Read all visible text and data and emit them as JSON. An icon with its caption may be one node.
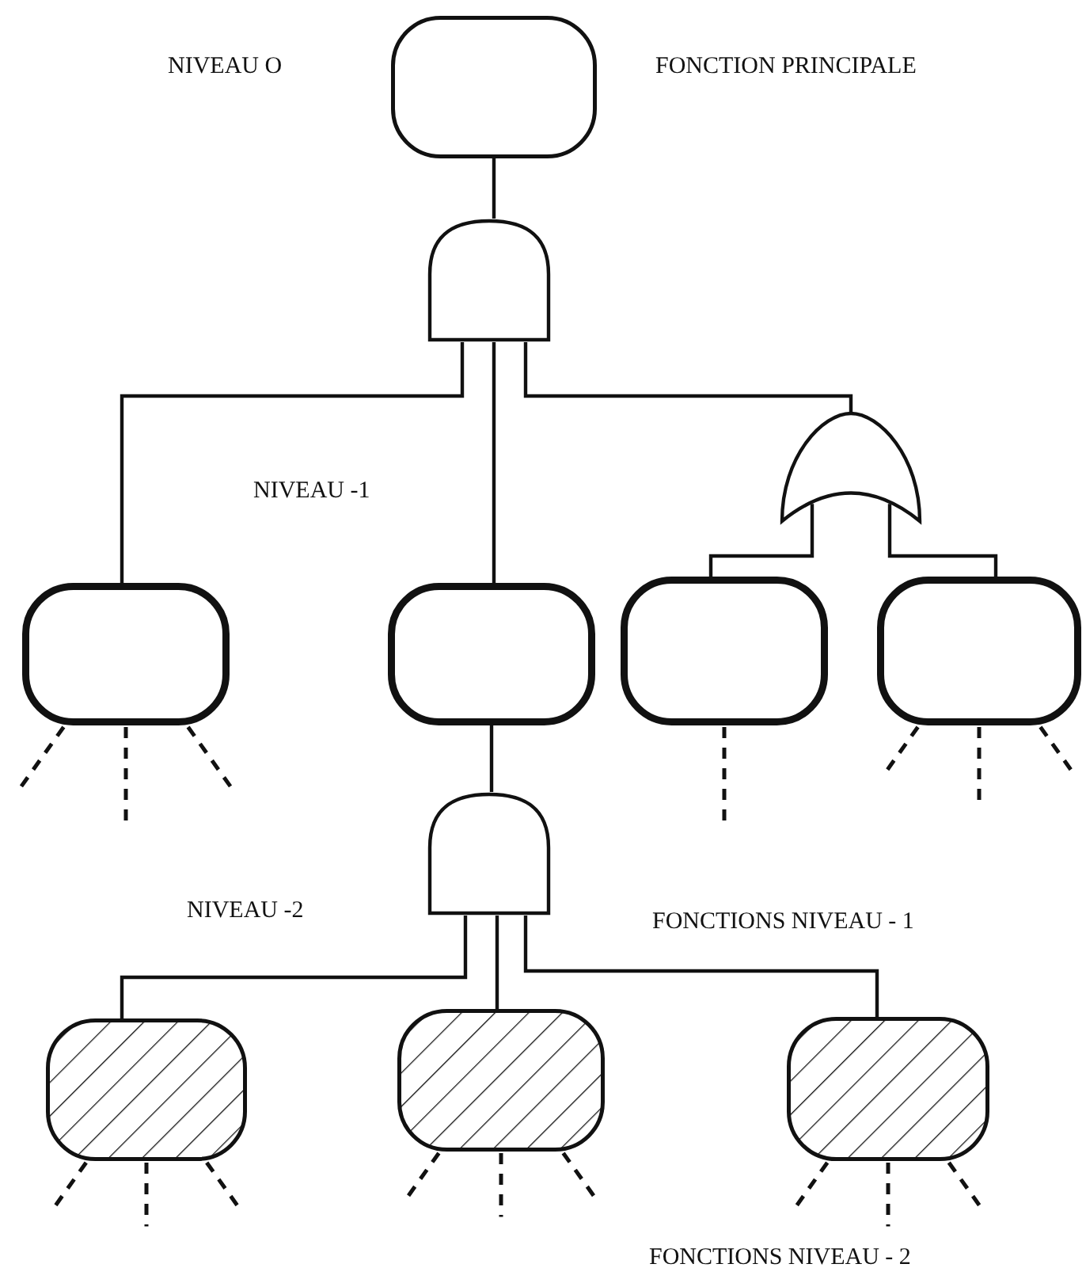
{
  "diagram": {
    "nodes": [
      {
        "text": [],
        "shape": "box"
      },
      {
        "text": [],
        "shape": "gate"
      },
      {
        "text": [],
        "shape": "box"
      },
      {
        "text": [],
        "shape": "box"
      },
      {
        "text": [],
        "shape": "gate"
      },
      {
        "text": [],
        "shape": "box"
      },
      {
        "text": [],
        "shape": "box"
      },
      {
        "text": [],
        "shape": "gate"
      },
      {
        "text": [],
        "shape": "box"
      },
      {
        "text": [],
        "shape": "box"
      },
      {
        "text": [],
        "shape": "box"
      }
    ],
    "edges": [
      {
        "from": 0,
        "to": 1,
        "arrow": "none"
      },
      {
        "from": 1,
        "to": 2,
        "arrow": "none"
      },
      {
        "from": 1,
        "to": 3,
        "arrow": "none"
      },
      {
        "from": 1,
        "to": 4,
        "arrow": "none"
      },
      {
        "from": 4,
        "to": 5,
        "arrow": "none"
      },
      {
        "from": 4,
        "to": 6,
        "arrow": "none"
      },
      {
        "from": 3,
        "to": 7,
        "arrow": "none"
      },
      {
        "from": 7,
        "to": 8,
        "arrow": "none"
      },
      {
        "from": 7,
        "to": 9,
        "arrow": "none"
      },
      {
        "from": 7,
        "to": 10,
        "arrow": "none"
      },
      {
        "from": 2,
        "to": null,
        "arrow": "none",
        "style": "dashed"
      },
      {
        "from": 2,
        "to": null,
        "arrow": "none",
        "style": "dashed"
      },
      {
        "from": 2,
        "to": null,
        "arrow": "none",
        "style": "dashed"
      },
      {
        "from": 5,
        "to": null,
        "arrow": "none",
        "style": "dashed"
      },
      {
        "from": 6,
        "to": null,
        "arrow": "none",
        "style": "dashed"
      },
      {
        "from": 6,
        "to": null,
        "arrow": "none",
        "style": "dashed"
      },
      {
        "from": 6,
        "to": null,
        "arrow": "none",
        "style": "dashed"
      },
      {
        "from": 8,
        "to": null,
        "arrow": "none",
        "style": "dashed"
      },
      {
        "from": 8,
        "to": null,
        "arrow": "none",
        "style": "dashed"
      },
      {
        "from": 8,
        "to": null,
        "arrow": "none",
        "style": "dashed"
      },
      {
        "from": 9,
        "to": null,
        "arrow": "none",
        "style": "dashed"
      },
      {
        "from": 9,
        "to": null,
        "arrow": "none",
        "style": "dashed"
      },
      {
        "from": 9,
        "to": null,
        "arrow": "none",
        "style": "dashed"
      },
      {
        "from": 10,
        "to": null,
        "arrow": "none",
        "style": "dashed"
      },
      {
        "from": 10,
        "to": null,
        "arrow": "none",
        "style": "dashed"
      },
      {
        "from": 10,
        "to": null,
        "arrow": "none",
        "style": "dashed"
      }
    ],
    "labels": [
      "NIVEAU O",
      "FONCTION PRINCIPALE",
      "NIVEAU -1",
      "FONCTIONS NIVEAU - 1",
      "NIVEAU -2",
      "FONCTIONS NIVEAU - 2"
    ]
  }
}
